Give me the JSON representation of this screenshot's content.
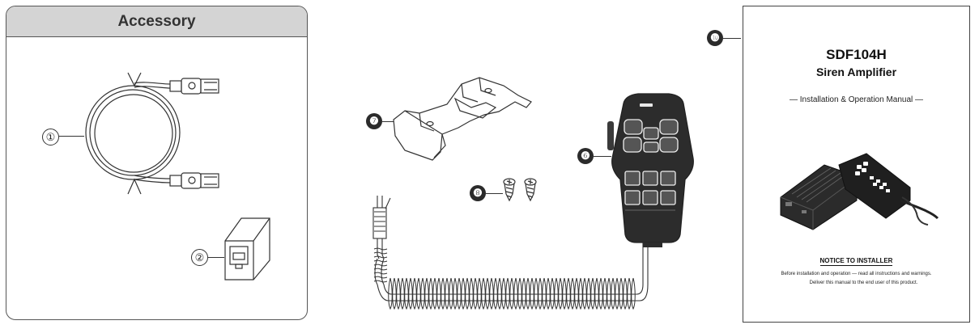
{
  "accessory": {
    "title": "Accessory",
    "callouts": [
      "①",
      "②"
    ]
  },
  "callouts": {
    "n6": "❻",
    "n7": "❼",
    "n8": "❽",
    "n10": "❿"
  },
  "manual": {
    "model": "SDF104H",
    "title": "Siren Amplifier",
    "subtitle": "— Installation & Operation Manual —",
    "notice_heading": "NOTICE TO INSTALLER",
    "notice_line1": "Before installation and operation — read all instructions and warnings.",
    "notice_line2": "Deliver this manual to the end user of this product."
  },
  "colors": {
    "header_bg": "#d4d4d4",
    "outline": "#333333",
    "product_dark": "#2a2a2a"
  }
}
